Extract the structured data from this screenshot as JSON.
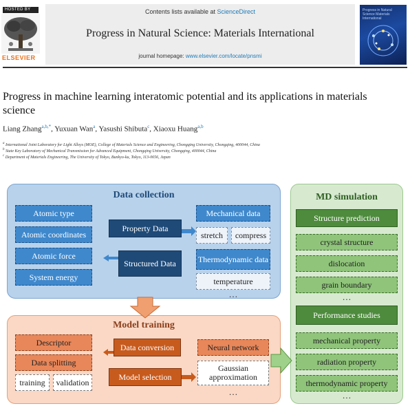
{
  "header": {
    "hosted_by": "HOSTED BY",
    "publisher": "ELSEVIER",
    "contents_prefix": "Contents lists available at ",
    "contents_link": "ScienceDirect",
    "journal": "Progress in Natural Science: Materials International",
    "homepage_prefix": "journal homepage: ",
    "homepage_link": "www.elsevier.com/locate/pnsmi",
    "cover_title": "Progress in Natural Science Materials International"
  },
  "article": {
    "title": "Progress in machine learning interatomic potential and its applications in materials science",
    "authors": [
      {
        "name": "Liang Zhang",
        "sup": "a,b,*"
      },
      {
        "name": "Yuxuan Wan",
        "sup": "a"
      },
      {
        "name": "Yasushi Shibuta",
        "sup": "c"
      },
      {
        "name": "Xiaoxu Huang",
        "sup": "a,b"
      }
    ],
    "affiliations": [
      {
        "mark": "a",
        "text": "International Joint Laboratory for Light Alloys (MOE), College of Materials Science and Engineering, Chongqing University, Chongqing, 400044, China"
      },
      {
        "mark": "b",
        "text": "State Key Laboratory of Mechanical Transmission for Advanced Equipment, Chongqing University, Chongqing, 400044, China"
      },
      {
        "mark": "c",
        "text": "Department of Materials Engineering, The University of Tokyo, Bunkyo-ku, Tokyo, 113-0656, Japan"
      }
    ]
  },
  "figure": {
    "data_collection": {
      "title": "Data collection",
      "left": [
        "Atomic type",
        "Atomic coordinates",
        "Atomic force",
        "System energy"
      ],
      "property": "Property Data",
      "structured": "Structured Data",
      "mechanical": "Mechanical data",
      "stretch": "stretch",
      "compress": "compress",
      "thermo": "Thermodynamic data",
      "temperature": "temperature",
      "ellipsis": "…"
    },
    "model_training": {
      "title": "Model training",
      "descriptor": "Descriptor",
      "splitting": "Data splitting",
      "training": "training",
      "validation": "validation",
      "conversion": "Data conversion",
      "selection": "Model selection",
      "nn": "Neural network",
      "gauss": "Gaussian approximation",
      "ellipsis": "…"
    },
    "md_simulation": {
      "title": "MD simulation",
      "structure": "Structure prediction",
      "crystal": "crystal structure",
      "dislocation": "dislocation",
      "grain": "grain boundary",
      "performance": "Performance studies",
      "mechanical": "mechanical property",
      "radiation": "radiation property",
      "thermo": "thermodynamic property",
      "ellipsis": "…"
    },
    "colors": {
      "blue": "#3f88cc",
      "orange": "#e8875a",
      "green": "#8fc47a"
    }
  }
}
